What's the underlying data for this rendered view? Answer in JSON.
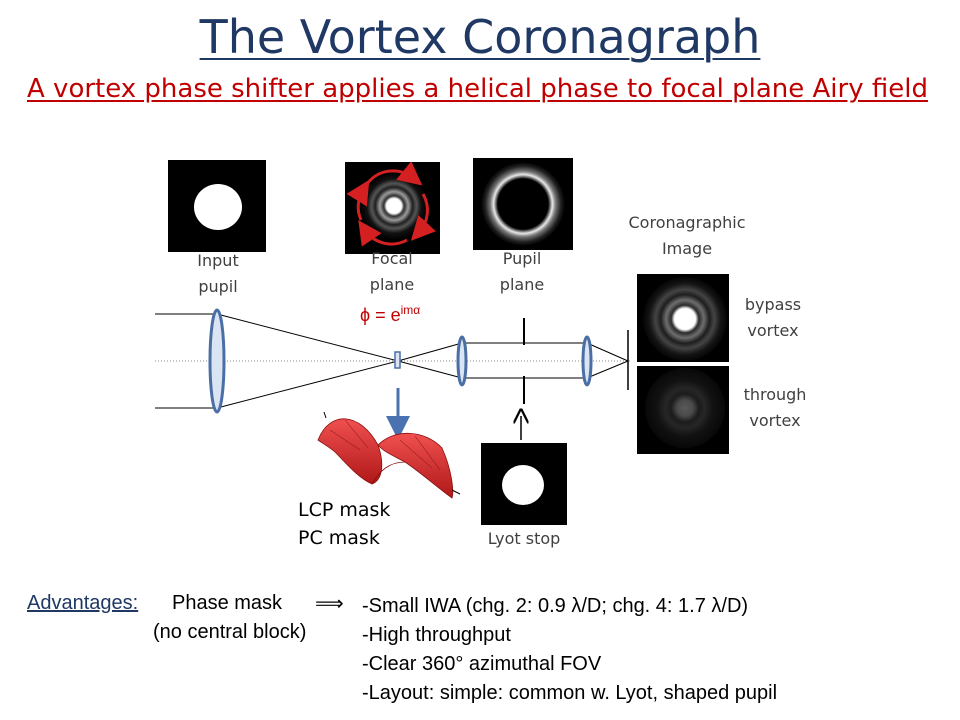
{
  "title": "The Vortex Coronagraph",
  "subtitle": "A vortex phase shifter applies a helical phase to focal plane Airy field",
  "labels": {
    "input_pupil": [
      "Input",
      "pupil"
    ],
    "focal_plane": [
      "Focal",
      "plane"
    ],
    "pupil_plane": [
      "Pupil",
      "plane"
    ],
    "coronagraphic_image": [
      "Coronagraphic",
      "Image"
    ],
    "bypass_vortex": [
      "bypass",
      "vortex"
    ],
    "through_vortex": [
      "through",
      "vortex"
    ],
    "lyot_stop": "Lyot stop",
    "mask_lines": [
      "LCP mask",
      "PC mask"
    ]
  },
  "formula": {
    "lhs": "ϕ = e",
    "exponent": "imα"
  },
  "advantages": {
    "heading": "Advantages:",
    "phase_mask": "Phase mask",
    "arrow": "⟹",
    "note": "(no central block)",
    "items": [
      "-Small IWA (chg. 2: 0.9 λ/D; chg. 4: 1.7 λ/D)",
      "-High throughput",
      "-Clear 360° azimuthal FOV",
      "-Layout: simple: common w. Lyot, shaped pupil"
    ]
  },
  "colors": {
    "title": "#1f3864",
    "subtitle": "#c00000",
    "lens_stroke": "#4a6fa5",
    "lens_fill": "#dbe4f3",
    "vortex_red": "#d42020",
    "blue_arrow": "#4a72b0"
  }
}
